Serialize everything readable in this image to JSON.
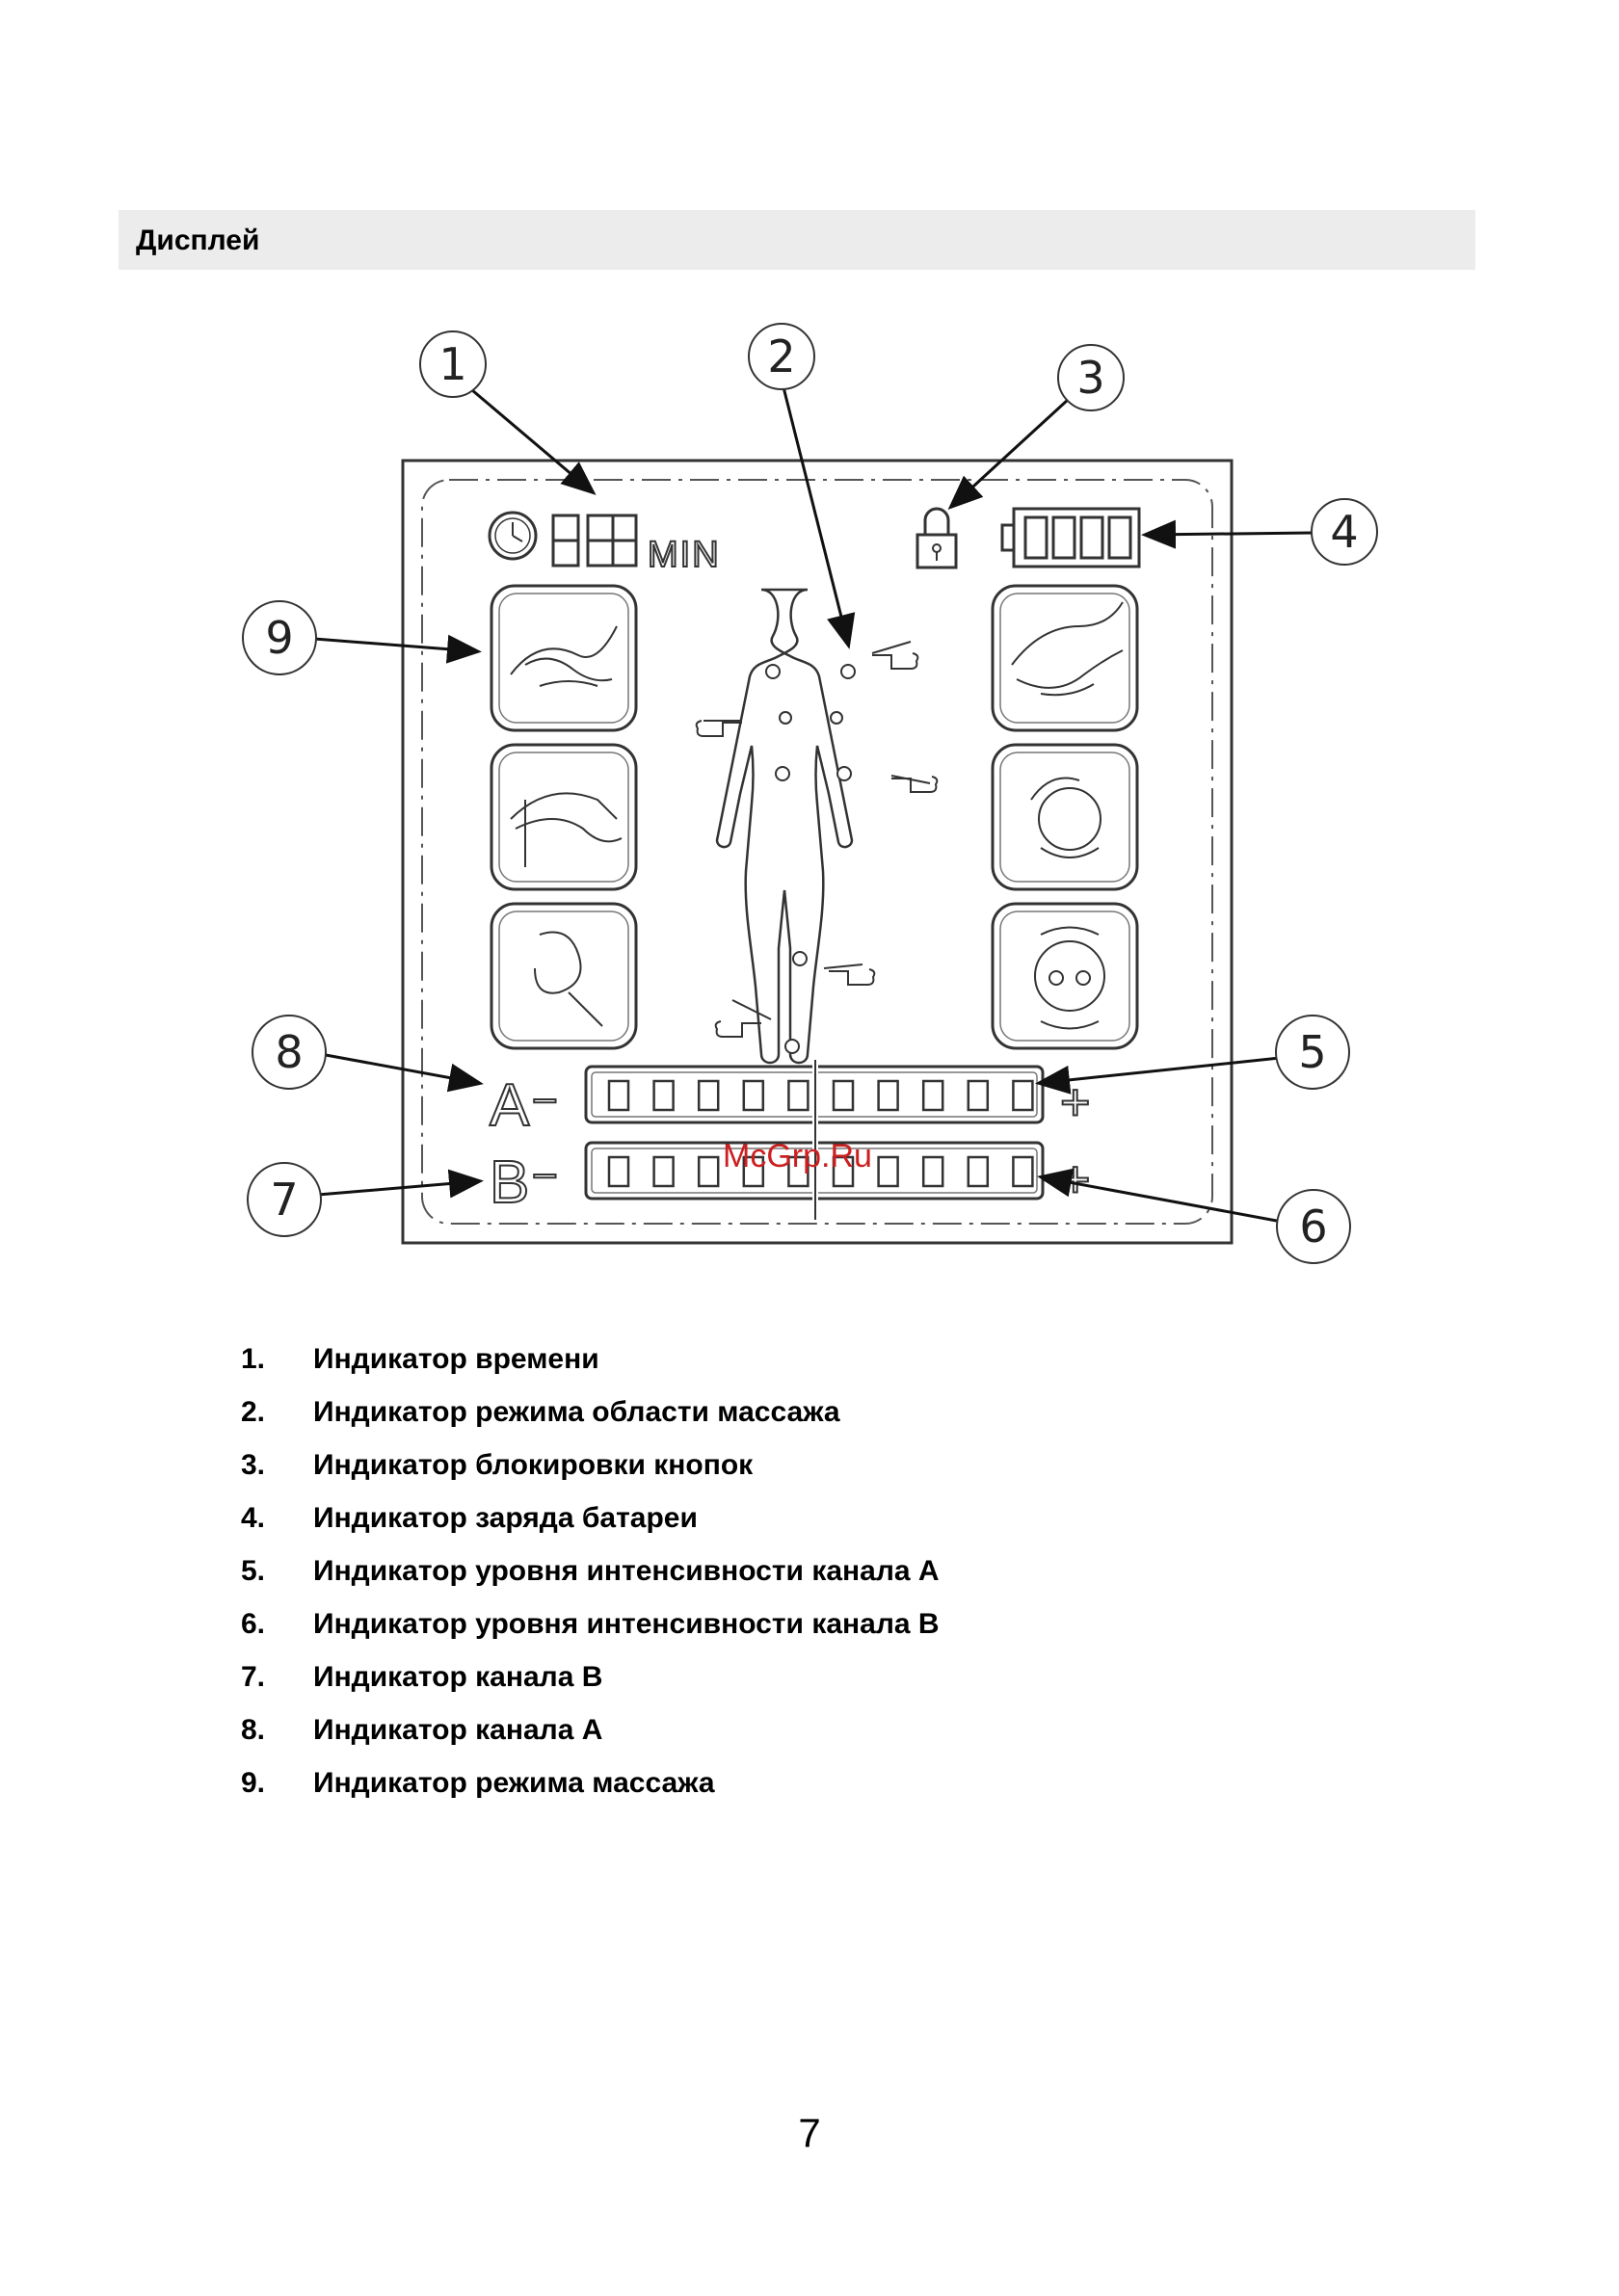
{
  "section": {
    "title": "Дисплей"
  },
  "display": {
    "timer_digits": "88",
    "timer_unit": "MIN",
    "channel_a_label": "A",
    "channel_b_label": "B",
    "minus": "−",
    "plus": "+",
    "bar_segments": 10,
    "watermark": "McGrp.Ru"
  },
  "callouts": [
    {
      "n": "1",
      "target": "timer-indicator"
    },
    {
      "n": "2",
      "target": "body-area-indicator"
    },
    {
      "n": "3",
      "target": "lock-indicator"
    },
    {
      "n": "4",
      "target": "battery-indicator"
    },
    {
      "n": "5",
      "target": "channel-a-level-bar"
    },
    {
      "n": "6",
      "target": "channel-b-level-bar"
    },
    {
      "n": "7",
      "target": "channel-b-label"
    },
    {
      "n": "8",
      "target": "channel-a-label"
    },
    {
      "n": "9",
      "target": "massage-mode-icons"
    }
  ],
  "legend": [
    {
      "num": "1.",
      "text": "Индикатор времени"
    },
    {
      "num": "2.",
      "text": "Индикатор режима области массажа"
    },
    {
      "num": "3.",
      "text": "Индикатор блокировки кнопок"
    },
    {
      "num": "4.",
      "text": "Индикатор заряда батареи"
    },
    {
      "num": "5.",
      "text": "Индикатор уровня интенсивности канала А"
    },
    {
      "num": "6.",
      "text": "Индикатор уровня интенсивности канала В"
    },
    {
      "num": "7.",
      "text": "Индикатор канала В"
    },
    {
      "num": "8.",
      "text": "Индикатор канала А"
    },
    {
      "num": "9.",
      "text": "Индикатор режима массажа"
    }
  ],
  "page_number": "7"
}
